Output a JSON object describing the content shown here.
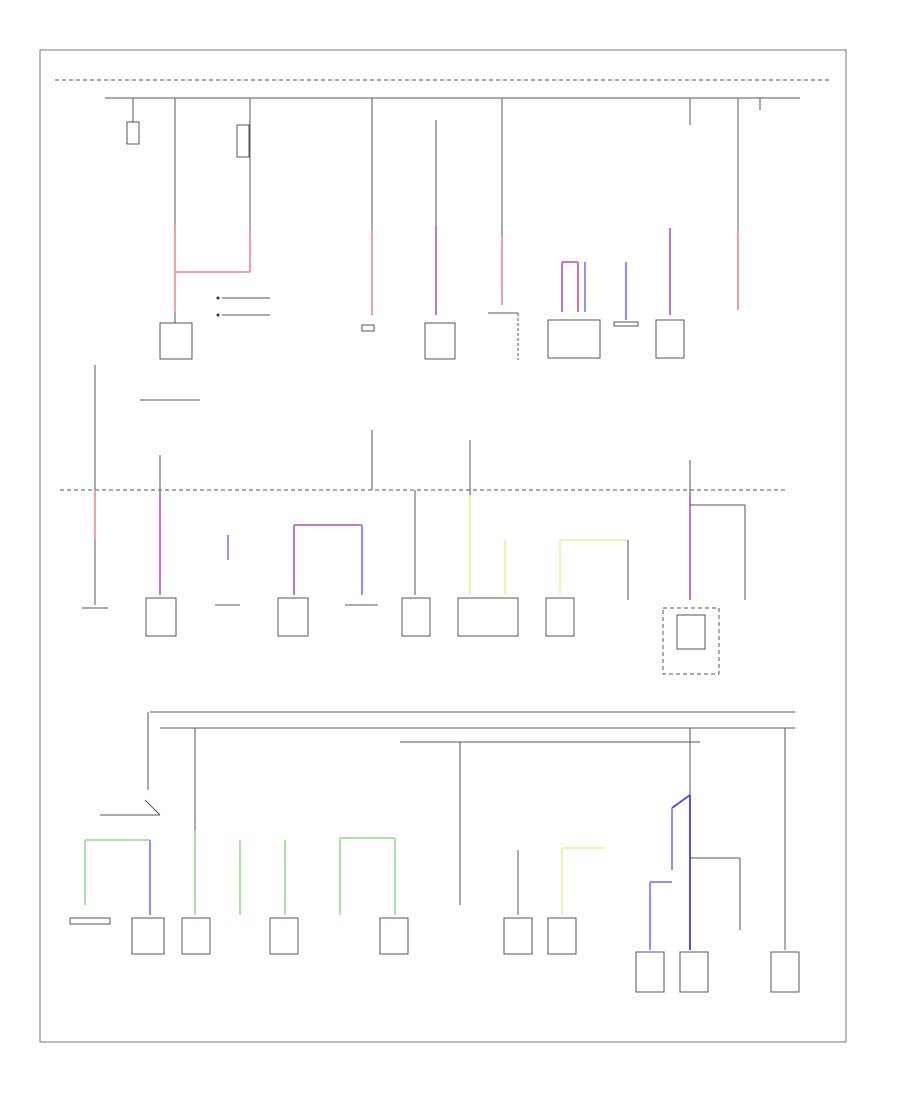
{
  "diagram": {
    "footer_code": "",
    "colors": {
      "outline": "#555555",
      "red_wire": "#f2a0a8",
      "violet_wire": "#c278c8",
      "blue_wire": "#8f8fff",
      "yellow_wire": "#f2f2a8",
      "green_wire": "#a8e6a0",
      "dark_blue_wire": "#5050e8"
    },
    "top_right_ref": "",
    "rows": [
      {
        "id": "row-1",
        "components": 10
      },
      {
        "id": "row-2",
        "components": 12
      },
      {
        "id": "row-3",
        "components": 13
      }
    ]
  }
}
